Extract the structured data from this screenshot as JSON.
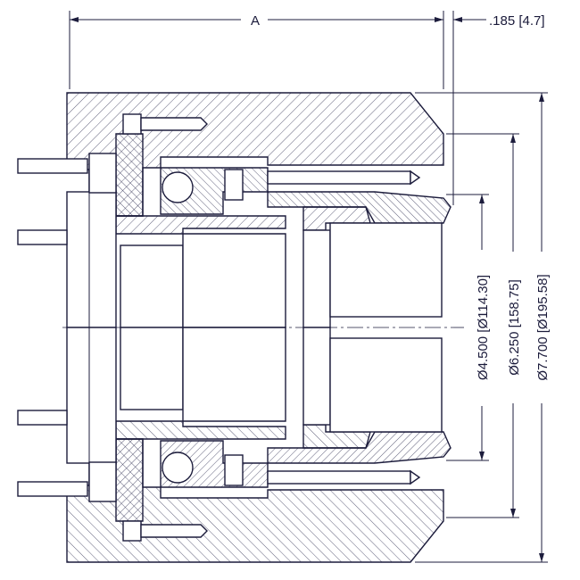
{
  "drawing": {
    "dimension_a": "A",
    "dimension_offset": ".185 [4.7]",
    "dia_inner": "Ø4.500 [Ø114.30]",
    "dia_mid": "Ø6.250 [158.75]",
    "dia_outer": "Ø7.700 [Ø195.58]"
  },
  "colors": {
    "line": "#1c1c3c",
    "background": "#ffffff"
  }
}
